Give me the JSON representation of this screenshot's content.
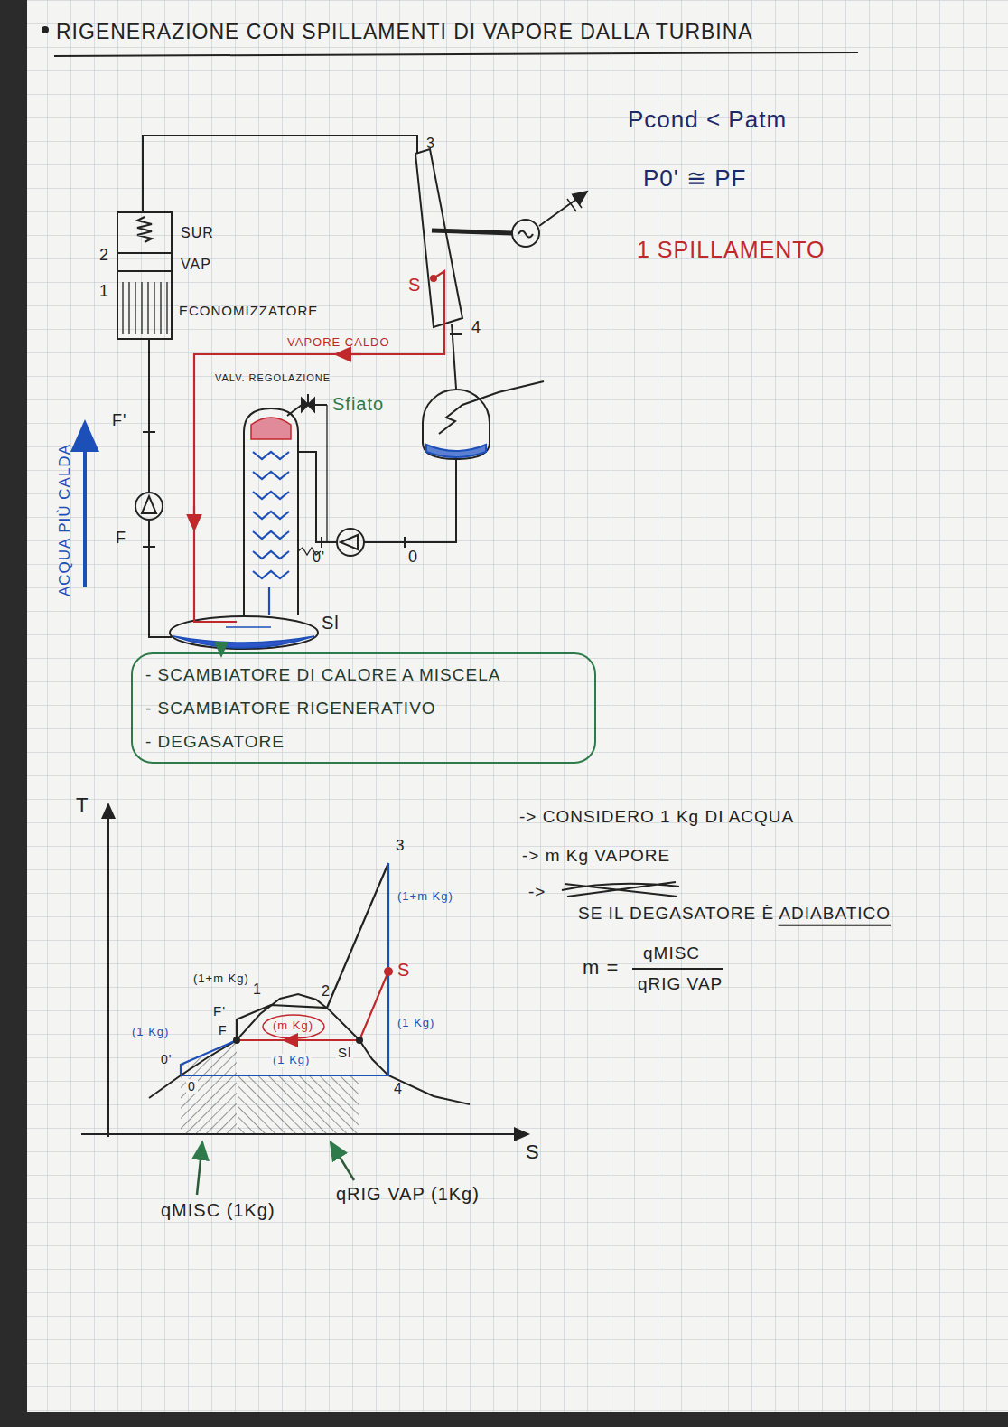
{
  "diagram": {
    "title": "RIGENERAZIONE CON SPILLAMENTI DI VAPORE DALLA TURBINA",
    "nodes": [
      {
        "text": [
          "- SCAMBIATORE DI CALORE A MISCELA",
          "- SCAMBIATORE RIGENERATIVO",
          "- DEGASATORE"
        ]
      }
    ],
    "labels": [
      "Pcond < Patm",
      "P0' ≅ PF",
      "1 SPILLAMENTO",
      "3",
      "SUR",
      "2",
      "VAP",
      "1",
      "ECONOMIZZATORE",
      "S",
      "4",
      "VAPORE CALDO",
      "VALV. REGOLAZIONE",
      "Sfiato",
      "F'",
      "ACQUA PIÙ CALDA",
      "F",
      "0'",
      "0",
      "Sl",
      "T",
      "3",
      "2",
      "1",
      "(1+m Kg)",
      "(m Kg)",
      "S",
      "F'",
      "F",
      "(1 Kg)",
      "0'",
      "0",
      "(1 Kg)",
      "Sl",
      "(1 Kg)",
      "(1+m Kg)",
      "4",
      "S",
      "qMISC (1Kg)",
      "qRIG VAP (1Kg)",
      "-> CONSIDERO 1 Kg DI ACQUA",
      "-> m Kg VAPORE",
      "->",
      "SE IL DEGASATORE È ADIABATICO",
      "m =",
      "qMISC",
      "qRIG VAP"
    ]
  }
}
